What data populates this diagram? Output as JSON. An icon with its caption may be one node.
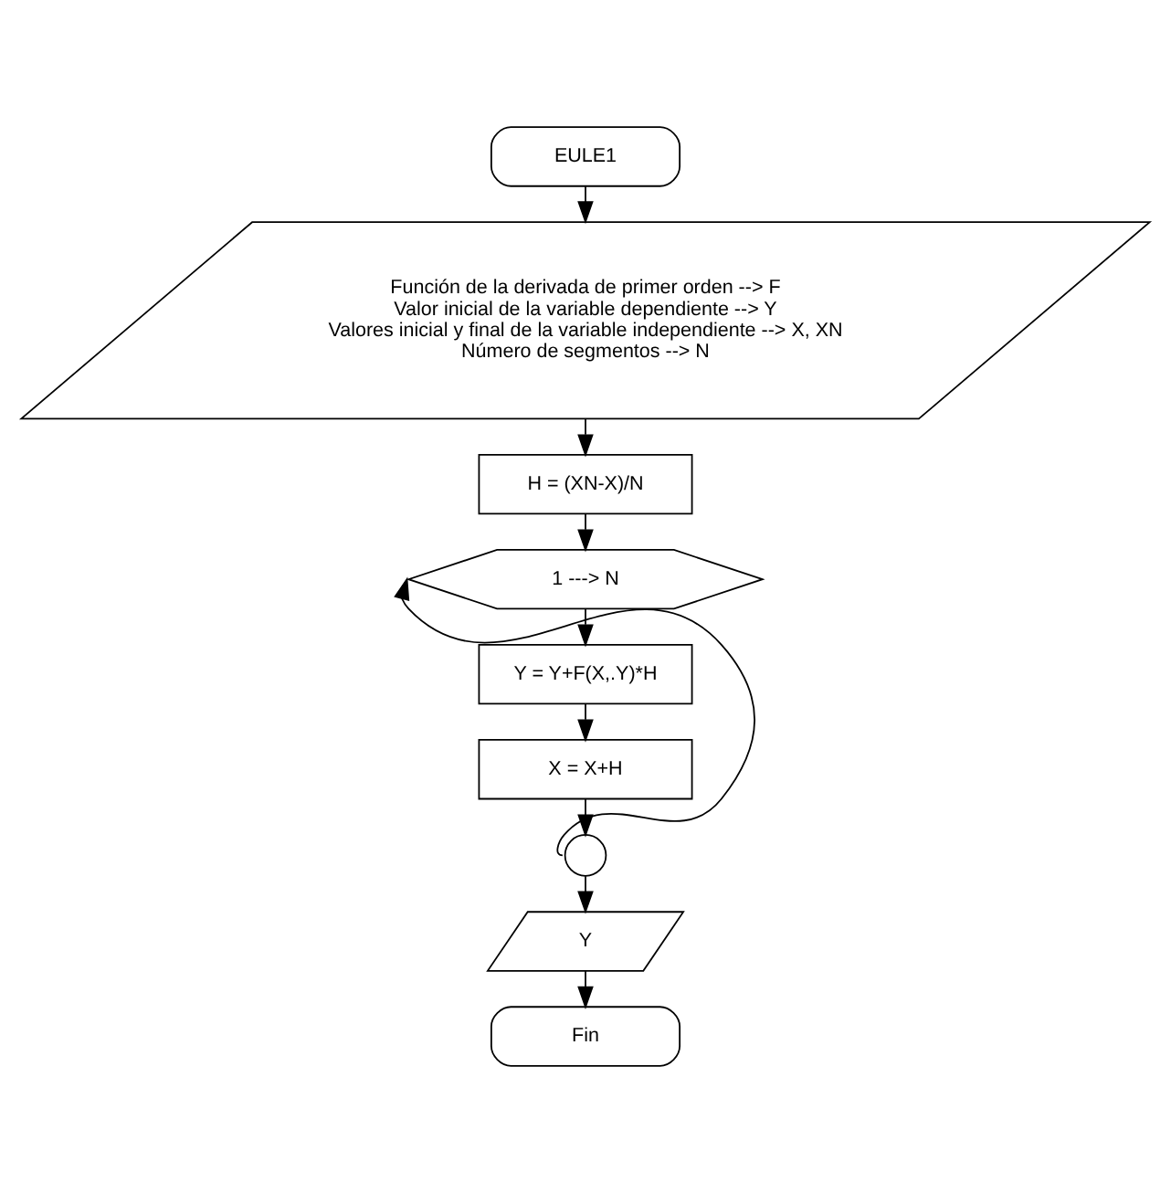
{
  "diagram": {
    "nodes": [
      {
        "text": [
          "EULE1"
        ]
      },
      {
        "text": [
          "Función de la derivada de primer orden --> F",
          "Valor inicial de la variable dependiente --> Y",
          "Valores inicial y final de la variable independiente --> X, XN",
          "Número de segmentos --> N"
        ]
      },
      {
        "text": [
          "H = (XN-X)/N"
        ]
      },
      {
        "text": [
          "1 ---> N"
        ]
      },
      {
        "text": [
          "Y = Y+F(X,.Y)*H"
        ]
      },
      {
        "text": [
          "X = X+H"
        ]
      },
      {
        "text": [],
        "shape": "circle"
      },
      {
        "text": [
          "Y"
        ]
      },
      {
        "text": [
          "Fin"
        ]
      }
    ],
    "edges": [
      {
        "from": 0,
        "to": 1,
        "arrow": "to"
      },
      {
        "from": 1,
        "to": 2,
        "arrow": "to"
      },
      {
        "from": 2,
        "to": 3,
        "arrow": "to"
      },
      {
        "from": 3,
        "to": 4,
        "arrow": "to"
      },
      {
        "from": 4,
        "to": 5,
        "arrow": "to"
      },
      {
        "from": 5,
        "to": 6,
        "arrow": "to"
      },
      {
        "from": 6,
        "to": 3,
        "arrow": "to"
      },
      {
        "from": 6,
        "to": 7,
        "arrow": "to"
      },
      {
        "from": 7,
        "to": 8,
        "arrow": "to"
      }
    ]
  }
}
